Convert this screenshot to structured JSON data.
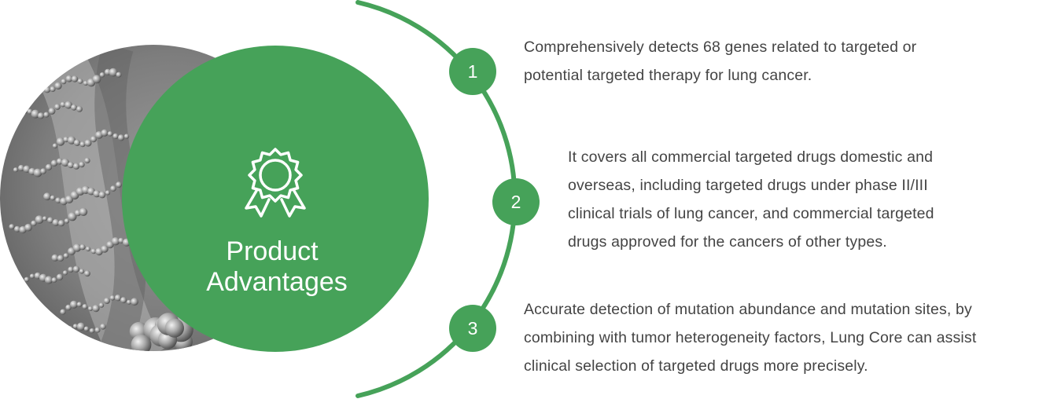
{
  "title": {
    "line1": "Product",
    "line2": "Advantages"
  },
  "icon": "award-medal-icon",
  "colors": {
    "green": "#46a259",
    "text": "#444444",
    "white": "#ffffff"
  },
  "items": [
    {
      "number": "1",
      "lines": [
        "Comprehensively detects 68 genes related to targeted or",
        "potential targeted therapy for lung cancer."
      ]
    },
    {
      "number": "2",
      "lines": [
        "It covers all commercial targeted drugs domestic and",
        "overseas, including targeted drugs under phase II/III",
        "clinical trials of lung cancer, and commercial targeted",
        "drugs approved for the cancers of other types."
      ]
    },
    {
      "number": "3",
      "lines": [
        "Accurate detection of mutation abundance and mutation sites, by",
        "combining with tumor heterogeneity factors, Lung Core can assist",
        "clinical selection of targeted drugs more precisely."
      ]
    }
  ]
}
